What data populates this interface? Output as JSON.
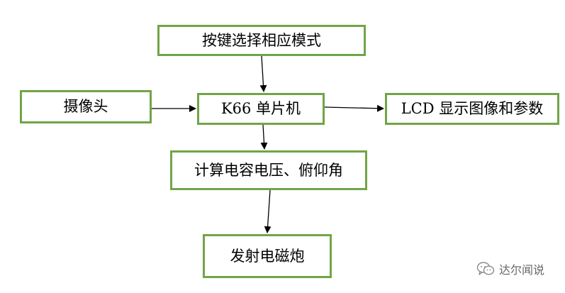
{
  "diagram": {
    "nodes": {
      "keys": "按键选择相应模式",
      "camera": "摄像头",
      "mcu": "K66 单片机",
      "lcd": "LCD 显示图像和参数",
      "calc": "计算电容电压、俯仰角",
      "fire": "发射电磁炮"
    },
    "edges": [
      {
        "from": "keys",
        "to": "mcu"
      },
      {
        "from": "camera",
        "to": "mcu"
      },
      {
        "from": "mcu",
        "to": "lcd"
      },
      {
        "from": "mcu",
        "to": "calc"
      },
      {
        "from": "calc",
        "to": "fire"
      }
    ]
  },
  "watermark": {
    "text": "达尔闻说",
    "icon": "wechat-icon"
  },
  "colors": {
    "box_border": "#71a547",
    "arrow": "#000000",
    "background": "#ffffff"
  }
}
